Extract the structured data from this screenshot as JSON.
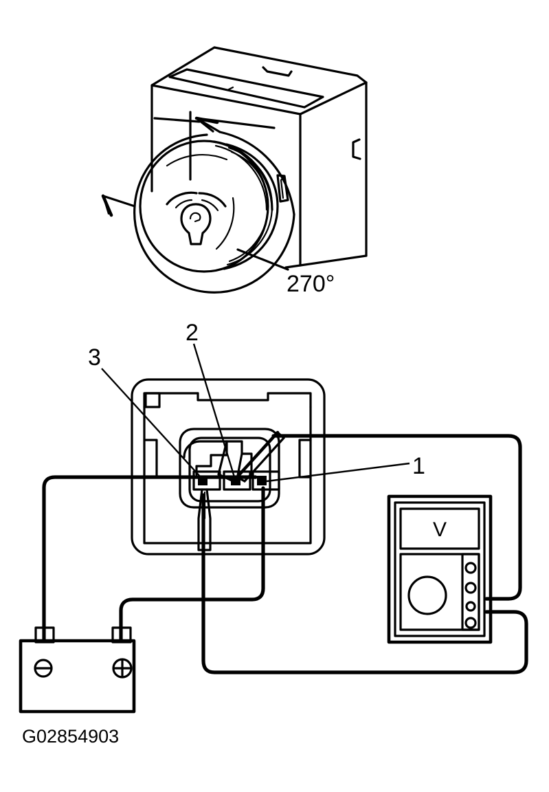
{
  "figure": {
    "id_code": "G02854903",
    "background_color": "#ffffff",
    "line_color": "#000000",
    "panels": [
      {
        "name": "blower-rotation-panel",
        "title": "",
        "annotation": "270°"
      },
      {
        "name": "relay-voltage-test-panel",
        "title": ""
      }
    ]
  },
  "top_panel": {
    "name": "blower-motor-assembly",
    "angle_label": "270°",
    "rotation_arrow_label": "",
    "parts": {
      "housing": "blower-housing",
      "wheel": "blower-wheel",
      "hub": "blower-hub",
      "mount_tab": "mounting-tab",
      "top_slot": "housing-top-slot"
    }
  },
  "bottom_panel": {
    "name": "relay-connector-test",
    "callouts": [
      {
        "id": "1",
        "label": "1",
        "target": "relay-terminal-right"
      },
      {
        "id": "2",
        "label": "2",
        "target": "relay-terminal-center"
      },
      {
        "id": "3",
        "label": "3",
        "target": "relay-terminal-left"
      }
    ],
    "voltmeter": {
      "name": "voltmeter",
      "display_label": "V",
      "knob_label": "",
      "port_count": 4,
      "ports": [
        "port-1",
        "port-2",
        "port-3",
        "port-4"
      ]
    },
    "battery": {
      "name": "battery",
      "negative_label": "⊖",
      "positive_label": "⊕",
      "negative_terminal": "negative-terminal",
      "positive_terminal": "positive-terminal"
    },
    "relay": {
      "name": "relay-connector",
      "terminal_count": 3,
      "terminals": [
        "terminal-left",
        "terminal-center",
        "terminal-right"
      ]
    },
    "wires": [
      {
        "name": "wire-battery-negative-to-relay"
      },
      {
        "name": "wire-battery-positive-to-relay"
      },
      {
        "name": "wire-relay-to-voltmeter-upper"
      },
      {
        "name": "wire-relay-to-voltmeter-lower"
      }
    ]
  },
  "footer": {
    "id_code": "G02854903"
  }
}
